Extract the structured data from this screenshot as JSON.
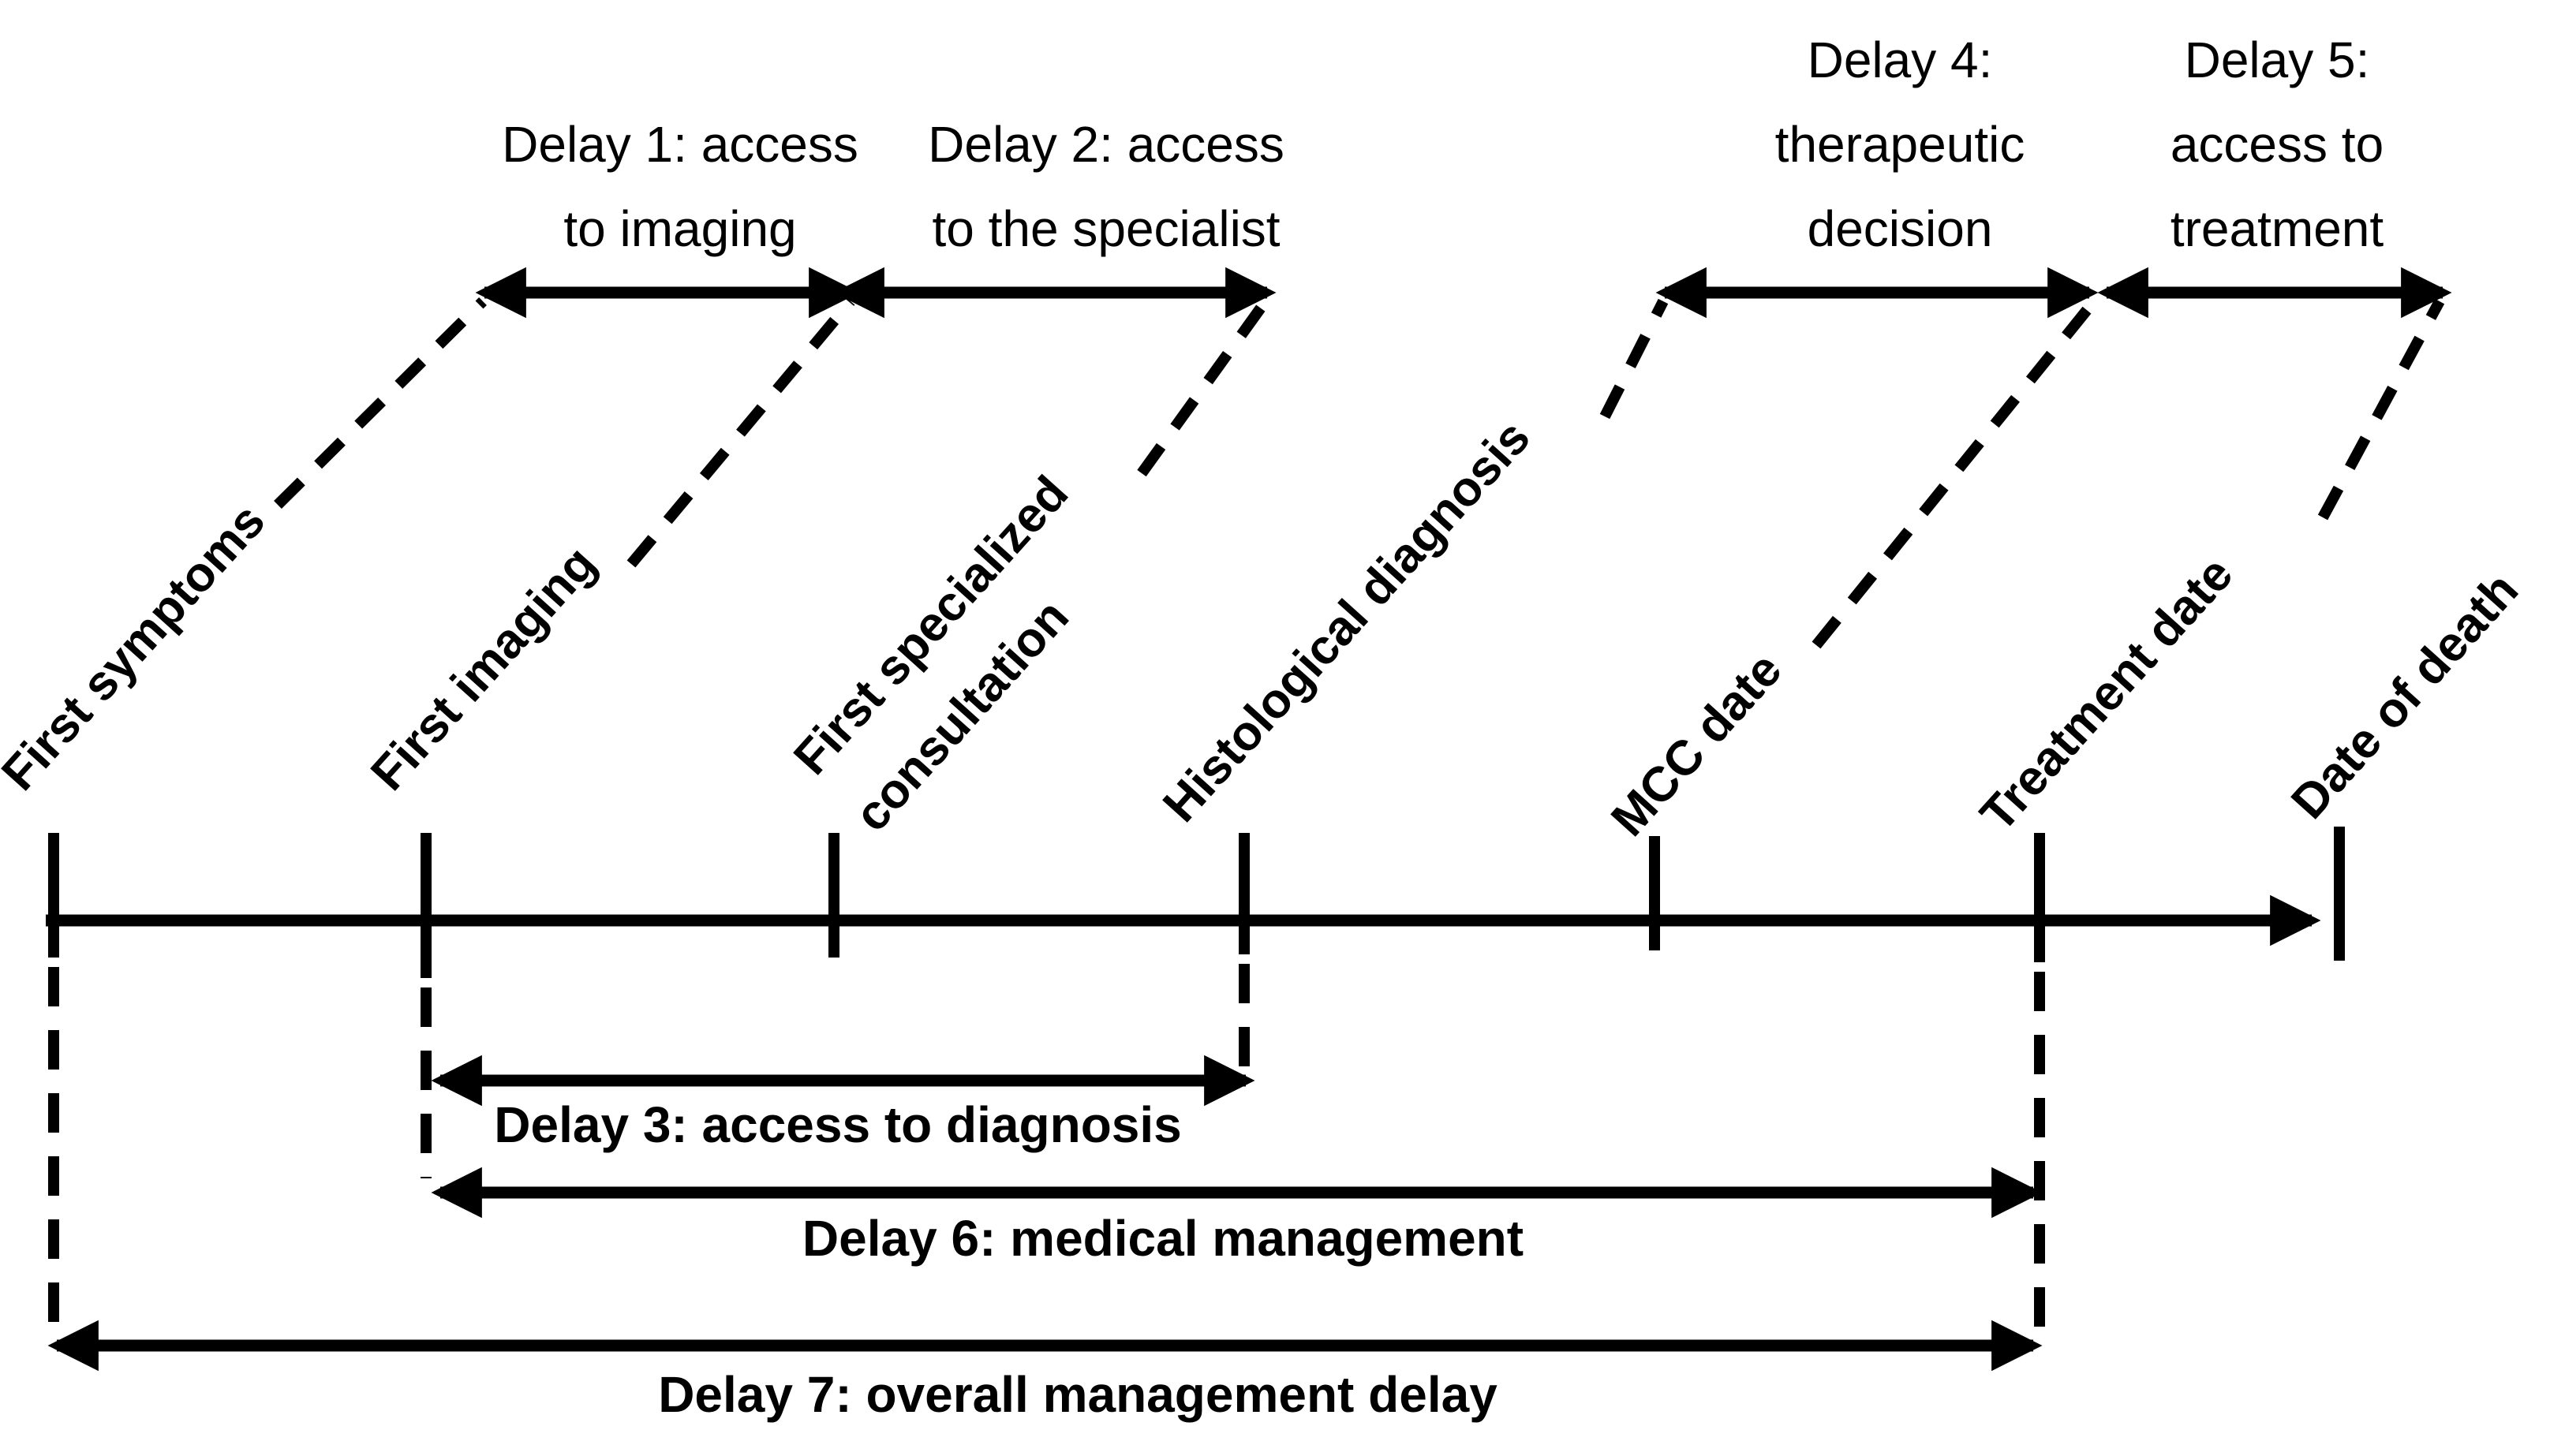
{
  "figure": {
    "type": "timeline-diagram",
    "colors": {
      "ink": "#000000",
      "background": "#ffffff"
    },
    "top_delays": {
      "delay1": {
        "line1": "Delay 1: access",
        "line2": "to imaging"
      },
      "delay2": {
        "line1": "Delay 2: access",
        "line2": "to the specialist"
      },
      "delay4": {
        "line1": "Delay 4:",
        "line2": "therapeutic",
        "line3": "decision"
      },
      "delay5": {
        "line1": "Delay 5:",
        "line2": "access to",
        "line3": "treatment"
      }
    },
    "events": {
      "first_symptoms": "First symptoms",
      "first_imaging": "First imaging",
      "first_specialized_line1": "First specialized",
      "first_specialized_line2": "consultation",
      "histological_diagnosis": "Histological diagnosis",
      "mcc_date": "MCC date",
      "treatment_date": "Treatment date",
      "date_of_death": "Date of death"
    },
    "bottom_delays": {
      "delay3": "Delay 3: access to diagnosis",
      "delay6": "Delay 6: medical management",
      "delay7": "Delay 7: overall management delay"
    }
  }
}
